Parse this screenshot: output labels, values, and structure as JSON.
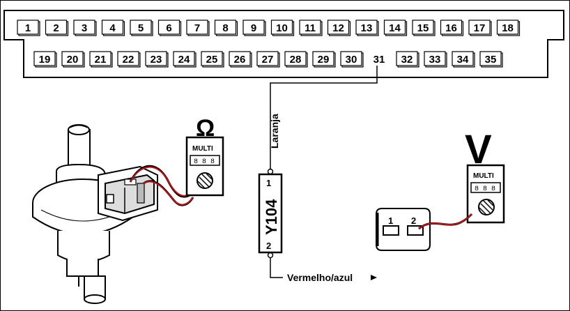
{
  "connector": {
    "row1": [
      "1",
      "2",
      "3",
      "4",
      "5",
      "6",
      "7",
      "8",
      "9",
      "10",
      "11",
      "12",
      "13",
      "14",
      "15",
      "16",
      "17",
      "18"
    ],
    "row2": [
      "19",
      "20",
      "21",
      "22",
      "23",
      "24",
      "25",
      "26",
      "27",
      "28",
      "29",
      "30",
      "31",
      "32",
      "33",
      "34",
      "35"
    ],
    "highlighted_pin": "31"
  },
  "wires": {
    "top_color": "Laranja",
    "bottom_color": "Vermelho/azul"
  },
  "component": {
    "code": "Y104",
    "pin_top": "1",
    "pin_bottom": "2"
  },
  "ohmmeter": {
    "symbol": "Ω",
    "label": "MULTI",
    "display": "8 8 8"
  },
  "voltmeter": {
    "symbol": "V",
    "label": "MULTI",
    "display": "8 8 8"
  },
  "plug": {
    "pin_left": "1",
    "pin_right": "2"
  },
  "colors": {
    "probe_wire": "#c0151b",
    "line": "#000000"
  }
}
